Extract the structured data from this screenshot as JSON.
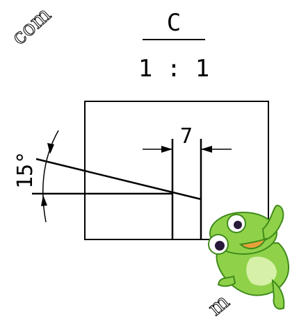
{
  "view": {
    "label": "C",
    "scale": "1 : 1"
  },
  "dimensions": {
    "width_label": "7",
    "angle_label": "15°"
  },
  "watermark": {
    "text": "com",
    "text_bottom": "m"
  },
  "mascot": {
    "name": "frog-mascot",
    "colors": {
      "body": "#8fd24a",
      "outline": "#3f8a1a",
      "belly": "#d7f0a8",
      "eye_white": "#ffffff",
      "pupil": "#2a1a3a",
      "tongue": "#e8a03a"
    }
  }
}
